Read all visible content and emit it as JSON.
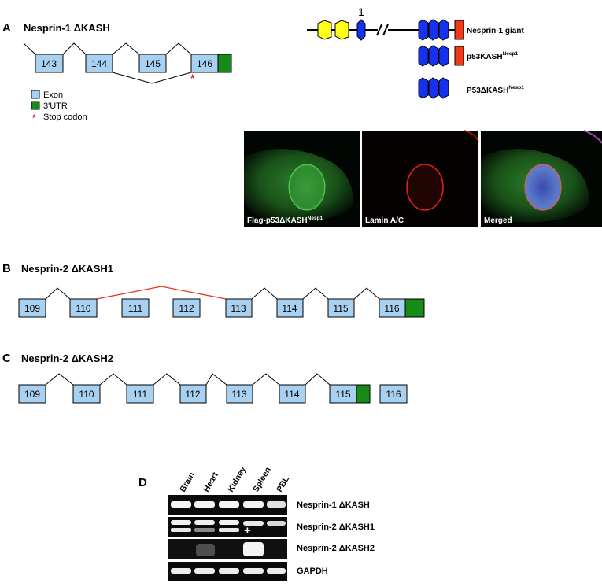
{
  "panel_a": {
    "letter": "A",
    "title": "Nesprin-1 ΔKASH",
    "exons": [
      "143",
      "144",
      "145",
      "146"
    ],
    "legend": {
      "exon": "Exon",
      "utr": "3'UTR",
      "stop_symbol": "*",
      "stop": "Stop codon"
    },
    "domain_number": "1",
    "constructs": {
      "giant": "Nesprin-1 giant",
      "p53kash": "p53KASH",
      "p53kash_sup": "Nesp1",
      "p53dkash": "P53ΔKASH",
      "p53dkash_sup": "Nesp1"
    },
    "micrographs": {
      "flag": "Flag-p53ΔKASH",
      "flag_sup": "Nesp1",
      "lamin": "Lamin A/C",
      "merged": "Merged"
    }
  },
  "panel_b": {
    "letter": "B",
    "title": "Nesprin-2 ΔKASH1",
    "exons": [
      "109",
      "110",
      "111",
      "112",
      "113",
      "114",
      "115",
      "116"
    ]
  },
  "panel_c": {
    "letter": "C",
    "title": "Nesprin-2 ΔKASH2",
    "exons": [
      "109",
      "110",
      "111",
      "112",
      "113",
      "114",
      "115",
      "116"
    ]
  },
  "panel_d": {
    "letter": "D",
    "lanes": [
      "Brain",
      "Heart",
      "Kidney",
      "Spleen",
      "PBL"
    ],
    "rows": [
      "Nesprin-1 ΔKASH",
      "Nesprin-2 ΔKASH1",
      "Nesprin-2 ΔKASH2",
      "GAPDH"
    ],
    "plus_mark": "+"
  },
  "colors": {
    "exon": "#a8d0f0",
    "utr": "#178a17",
    "stop": "#e0201a",
    "skip_line": "#e8341c",
    "domain_yellow": "#ffff1a",
    "domain_blue": "#1432f0",
    "kash_red": "#f03a1a"
  }
}
